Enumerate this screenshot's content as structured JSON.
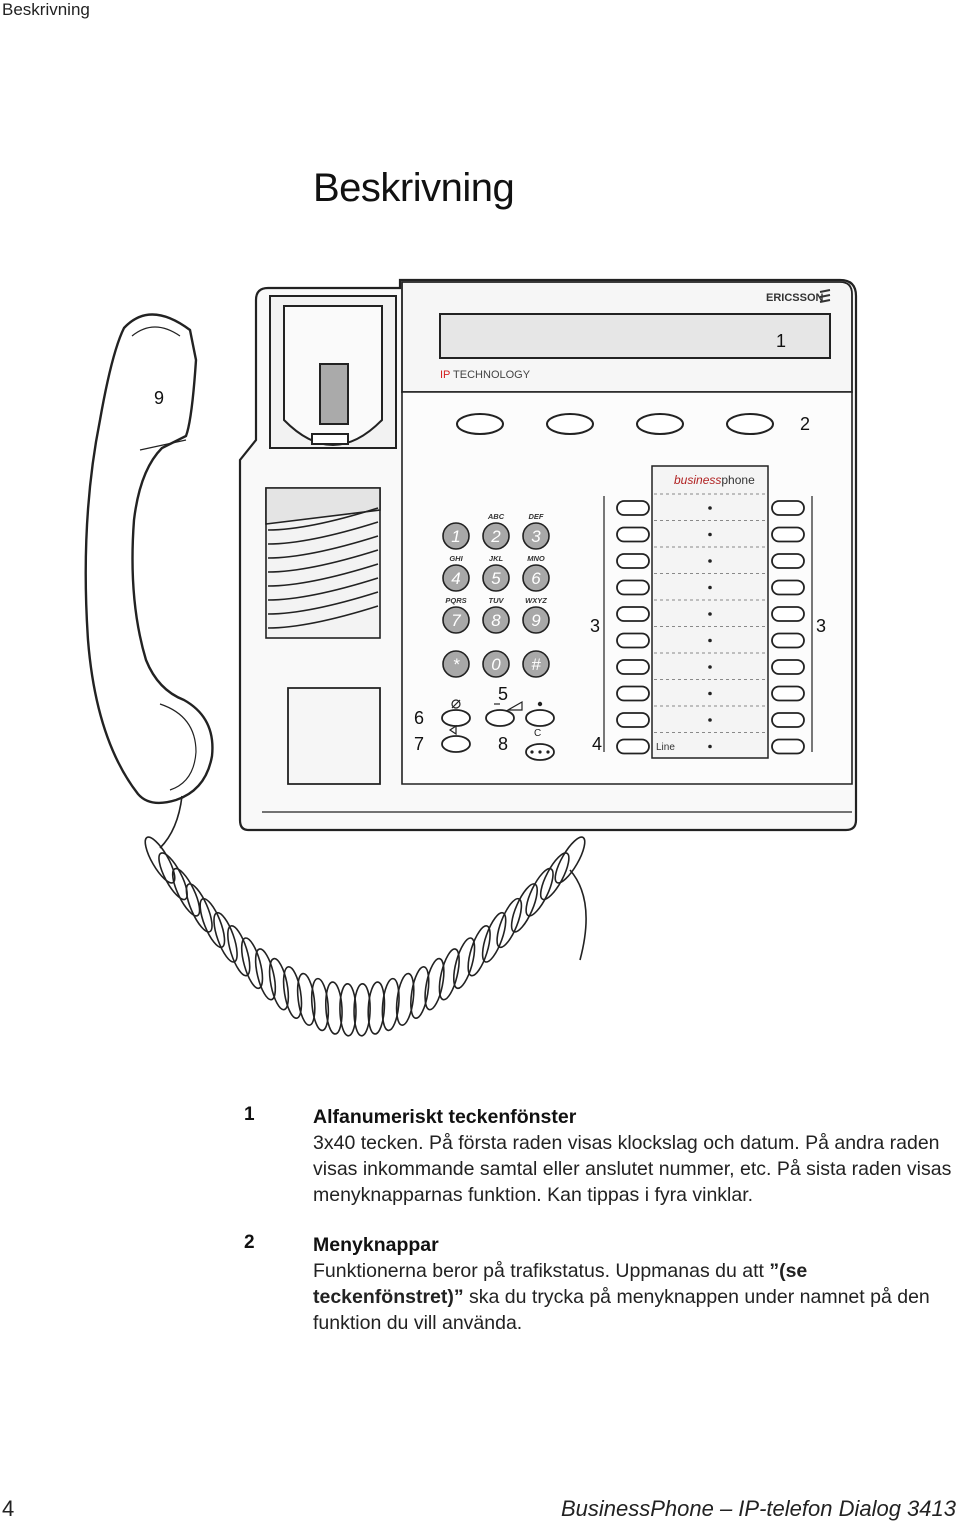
{
  "header": {
    "section": "Beskrivning"
  },
  "title": "Beskrivning",
  "phone": {
    "brand": "ERICSSON",
    "display_tag": {
      "ip": "IP",
      "rest": " TECHNOLOGY"
    },
    "card_brand": {
      "italic": "business",
      "regular": "phone"
    },
    "line_label": "Line",
    "keypad": [
      {
        "digit": "1",
        "letters": ""
      },
      {
        "digit": "2",
        "letters": "ABC"
      },
      {
        "digit": "3",
        "letters": "DEF"
      },
      {
        "digit": "4",
        "letters": "GHI"
      },
      {
        "digit": "5",
        "letters": "JKL"
      },
      {
        "digit": "6",
        "letters": "MNO"
      },
      {
        "digit": "7",
        "letters": "PQRS"
      },
      {
        "digit": "8",
        "letters": "TUV"
      },
      {
        "digit": "9",
        "letters": "WXYZ"
      },
      {
        "digit": "*",
        "letters": ""
      },
      {
        "digit": "0",
        "letters": ""
      },
      {
        "digit": "#",
        "letters": ""
      }
    ],
    "clear_key": "C",
    "callouts": {
      "c1": "1",
      "c2": "2",
      "c3_left": "3",
      "c3_right": "3",
      "c4": "4",
      "c5": "5",
      "c6": "6",
      "c7": "7",
      "c8": "8",
      "c9": "9"
    }
  },
  "legend": [
    {
      "num": "1",
      "title": "Alfanumeriskt teckenfönster",
      "text": "3x40 tecken. På första raden visas klockslag och datum. På andra raden visas inkommande samtal eller anslutet nummer, etc. På sista raden visas menyknapparnas funktion. Kan tippas i fyra vinklar."
    },
    {
      "num": "2",
      "title": "Menyknappar",
      "text_before": "Funktionerna beror på trafikstatus. Uppmanas du att ",
      "text_bold": "”(se teckenfönstret)”",
      "text_after": " ska du trycka på menyknappen under namnet på den funktion du vill använda."
    }
  ],
  "footer": {
    "page_number": "4",
    "doc_title": "BusinessPhone – IP-telefon Dialog 3413"
  }
}
